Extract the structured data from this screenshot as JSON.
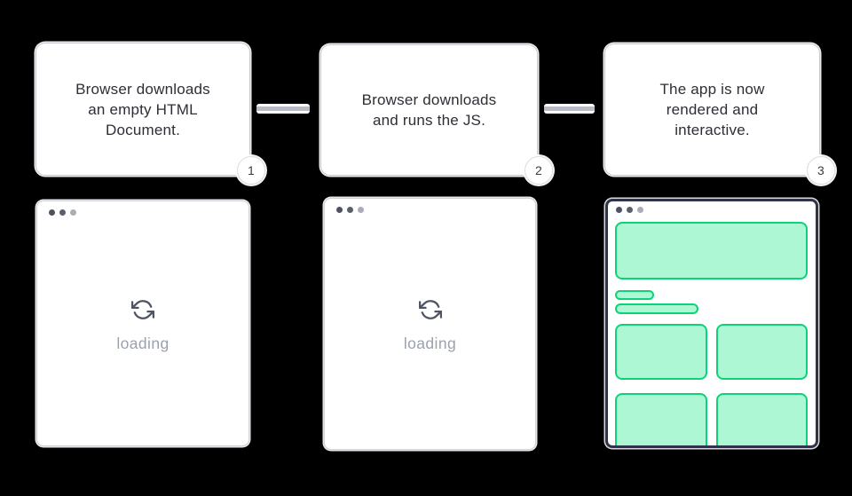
{
  "diagram": {
    "description_colors": {
      "background": "#000000",
      "card_bg": "#ffffff",
      "card_text": "#2d2e36",
      "connector_gray": "#b9bcc4",
      "dot_dark": "#4d5260",
      "dot_medium": "#5a5f6d",
      "dot_light": "#a9adb7",
      "sync_icon_gray": "#4f5463",
      "loading_text_gray": "#9ba1ad",
      "accent_green_border": "#0cd377",
      "accent_green_fill": "#adf7d4",
      "rendered_window_border": "#313349"
    }
  },
  "steps": [
    {
      "number": "1",
      "lines": [
        "Browser downloads",
        "an empty HTML",
        "Document."
      ]
    },
    {
      "number": "2",
      "lines": [
        "Browser downloads",
        "and runs the JS."
      ]
    },
    {
      "number": "3",
      "lines": [
        "The app is now",
        "rendered and",
        "interactive."
      ]
    }
  ],
  "browsers": [
    {
      "state": "loading",
      "loading_label": "loading"
    },
    {
      "state": "loading",
      "loading_label": "loading"
    },
    {
      "state": "rendered"
    }
  ],
  "icons": {
    "sync_icon": "circular refresh arrows ⟳",
    "window_dots": "browser traffic-light dots •••"
  }
}
